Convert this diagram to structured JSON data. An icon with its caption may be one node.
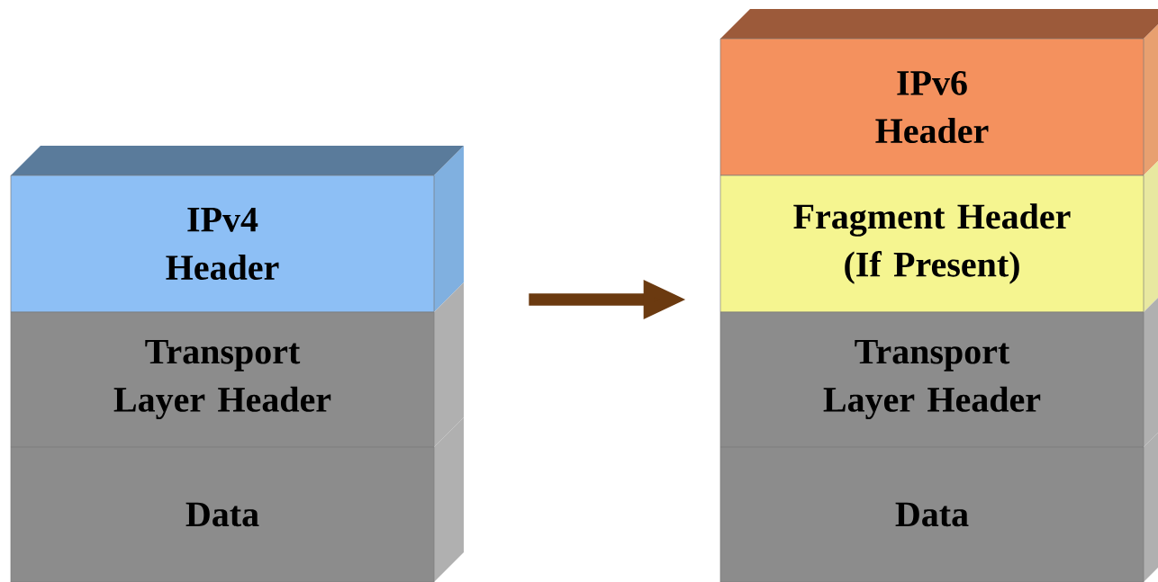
{
  "diagram": {
    "nodes": [
      {
        "text": [
          "IPv4 Header"
        ]
      },
      {
        "text": [
          "Transport Layer Header"
        ]
      },
      {
        "text": [
          "Data"
        ]
      },
      {
        "text": [
          "IPv6 Header"
        ]
      },
      {
        "text": [
          "Fragment Header (If Present)"
        ]
      },
      {
        "text": [
          "Transport Layer Header"
        ]
      },
      {
        "text": [
          "Data"
        ]
      }
    ],
    "edges": [
      {
        "from": 0,
        "to": 4,
        "arrow": "to"
      }
    ]
  }
}
